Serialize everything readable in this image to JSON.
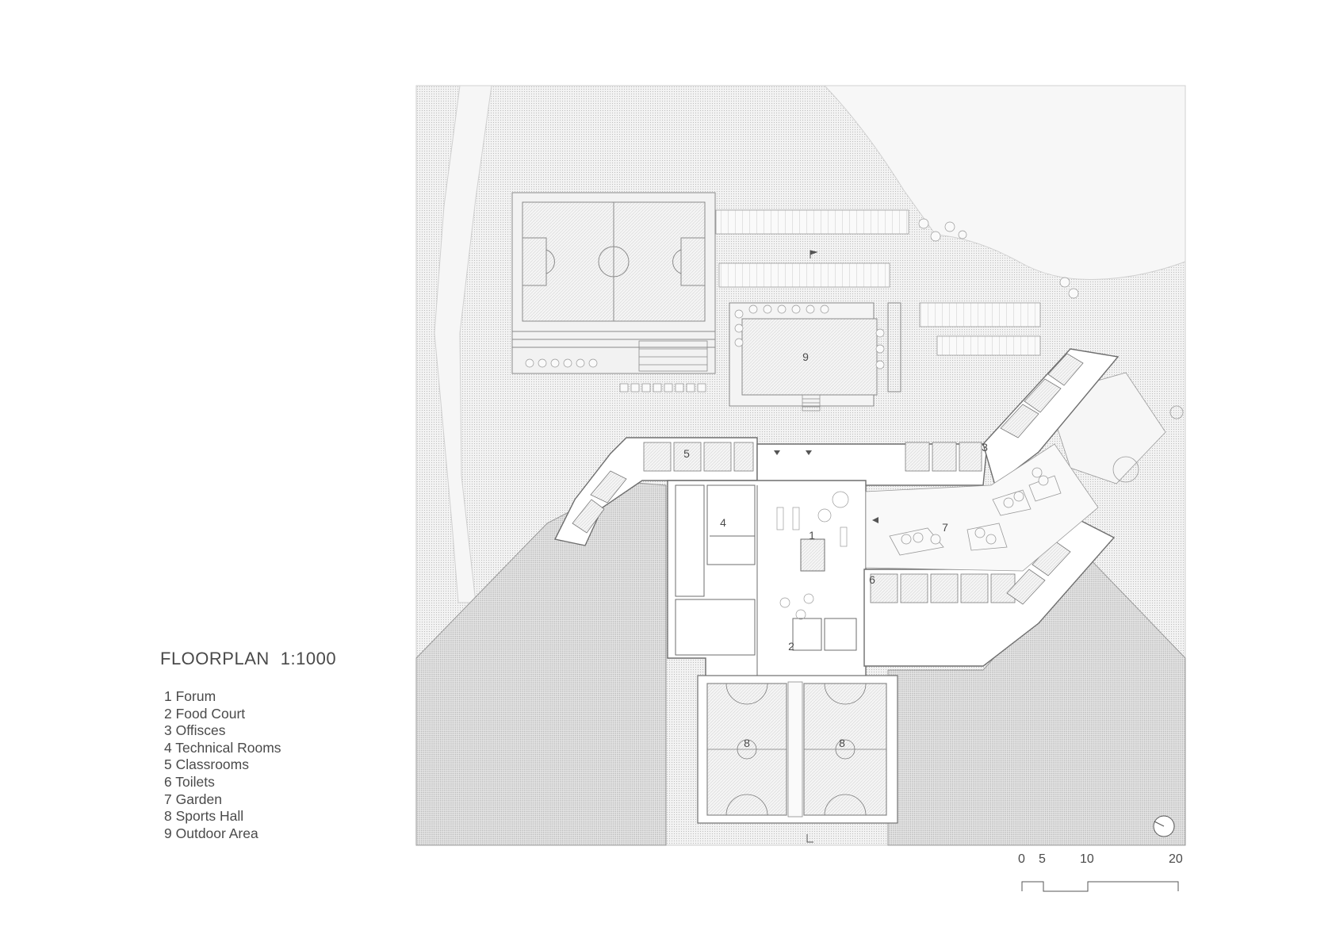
{
  "drawing": {
    "title": "FLOORPLAN",
    "scale": "1:1000"
  },
  "legend": [
    {
      "num": "1",
      "label": "Forum"
    },
    {
      "num": "2",
      "label": "Food Court"
    },
    {
      "num": "3",
      "label": "Offisces"
    },
    {
      "num": "4",
      "label": "Technical Rooms"
    },
    {
      "num": "5",
      "label": "Classrooms"
    },
    {
      "num": "6",
      "label": "Toilets"
    },
    {
      "num": "7",
      "label": "Garden"
    },
    {
      "num": "8",
      "label": "Sports Hall"
    },
    {
      "num": "9",
      "label": "Outdoor Area"
    }
  ],
  "plan_labels": {
    "forum": "1",
    "food_court": "2",
    "offices": "3",
    "technical_rooms": "4",
    "classrooms": "5",
    "toilets": "6",
    "garden": "7",
    "sports_hall_left": "8",
    "sports_hall_right": "8",
    "outdoor_area": "9"
  },
  "scalebar": {
    "ticks": [
      "0",
      "5",
      "10",
      "20"
    ]
  },
  "colors": {
    "line": "#8a8a8a",
    "wall": "#6e6e6e",
    "hatch": "#c8c8c8",
    "ground": "#eeeeee",
    "text": "#4a4a4a"
  }
}
